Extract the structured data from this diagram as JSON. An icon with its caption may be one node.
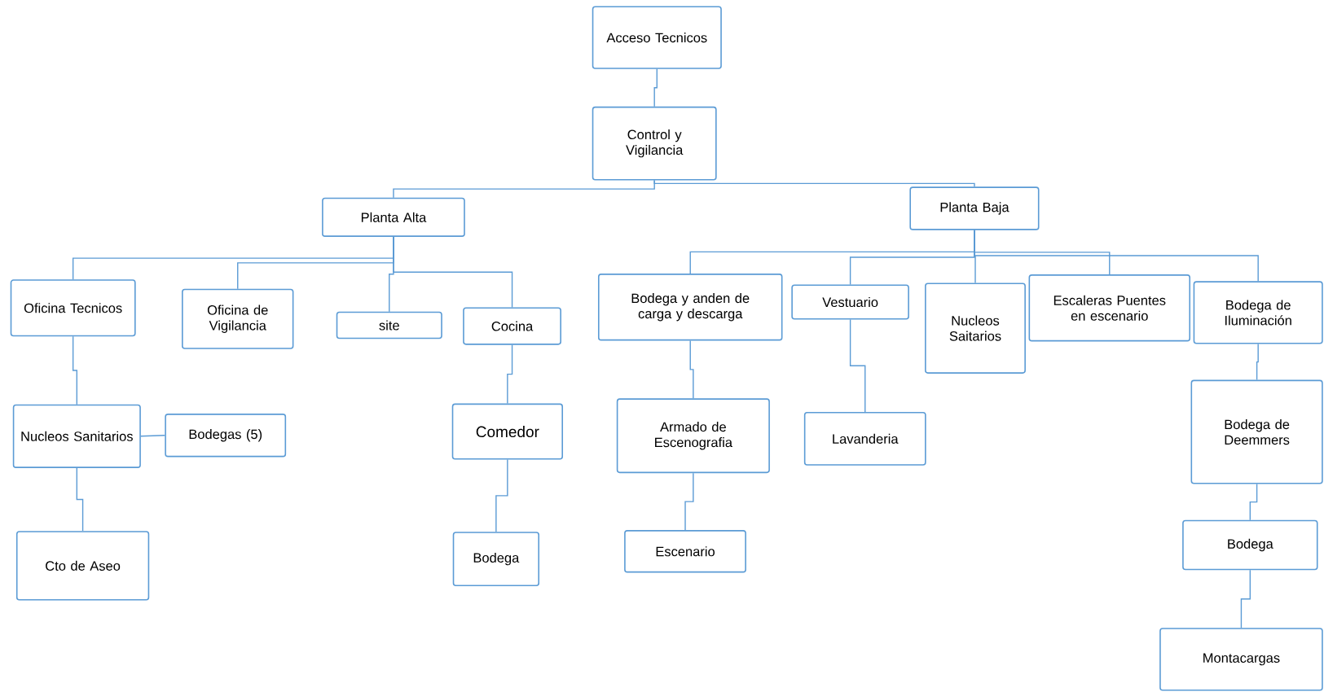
{
  "diagram": {
    "nodes": [
      {
        "text": [
          "Acceso Tecnicos"
        ]
      },
      {
        "text": [
          "Control y Vigilancia"
        ]
      },
      {
        "text": [
          "Planta Alta"
        ]
      },
      {
        "text": [
          "Planta Baja"
        ]
      },
      {
        "text": [
          "Oficina Tecnicos"
        ]
      },
      {
        "text": [
          "Oficina de Vigilancia"
        ]
      },
      {
        "text": [
          "site"
        ]
      },
      {
        "text": [
          "Cocina"
        ]
      },
      {
        "text": [
          "Nucleos Sanitarios"
        ]
      },
      {
        "text": [
          "Bodegas (5)"
        ]
      },
      {
        "text": [
          "Cto de Aseo"
        ]
      },
      {
        "text": [
          "Comedor"
        ]
      },
      {
        "text": [
          "Bodega"
        ]
      },
      {
        "text": [
          "Bodega y anden de carga y descarga"
        ]
      },
      {
        "text": [
          "Vestuario"
        ]
      },
      {
        "text": [
          "Nucleos Saitarios"
        ]
      },
      {
        "text": [
          "Escaleras Puentes en escenario"
        ]
      },
      {
        "text": [
          "Bodega de Iluminación"
        ]
      },
      {
        "text": [
          "Armado de Escenografia"
        ]
      },
      {
        "text": [
          "Escenario"
        ]
      },
      {
        "text": [
          "Lavanderia"
        ]
      },
      {
        "text": [
          "Bodega de Deemmers"
        ]
      },
      {
        "text": [
          "Bodega"
        ]
      },
      {
        "text": [
          "Montacargas"
        ]
      }
    ],
    "edges": [
      {
        "from": 0,
        "to": 1,
        "arrow": "none"
      },
      {
        "from": 1,
        "to": 2,
        "arrow": "none"
      },
      {
        "from": 1,
        "to": 3,
        "arrow": "none"
      },
      {
        "from": 2,
        "to": 4,
        "arrow": "none"
      },
      {
        "from": 2,
        "to": 5,
        "arrow": "none"
      },
      {
        "from": 2,
        "to": 6,
        "arrow": "none"
      },
      {
        "from": 2,
        "to": 7,
        "arrow": "none"
      },
      {
        "from": 4,
        "to": 8,
        "arrow": "none"
      },
      {
        "from": 8,
        "to": 9,
        "arrow": "none"
      },
      {
        "from": 8,
        "to": 10,
        "arrow": "none"
      },
      {
        "from": 7,
        "to": 11,
        "arrow": "none"
      },
      {
        "from": 11,
        "to": 12,
        "arrow": "none"
      },
      {
        "from": 3,
        "to": 13,
        "arrow": "none"
      },
      {
        "from": 3,
        "to": 14,
        "arrow": "none"
      },
      {
        "from": 3,
        "to": 15,
        "arrow": "none"
      },
      {
        "from": 3,
        "to": 16,
        "arrow": "none"
      },
      {
        "from": 3,
        "to": 17,
        "arrow": "none"
      },
      {
        "from": 13,
        "to": 18,
        "arrow": "none"
      },
      {
        "from": 18,
        "to": 19,
        "arrow": "none"
      },
      {
        "from": 14,
        "to": 20,
        "arrow": "none"
      },
      {
        "from": 17,
        "to": 21,
        "arrow": "none"
      },
      {
        "from": 21,
        "to": 22,
        "arrow": "none"
      },
      {
        "from": 22,
        "to": 23,
        "arrow": "none"
      }
    ]
  }
}
